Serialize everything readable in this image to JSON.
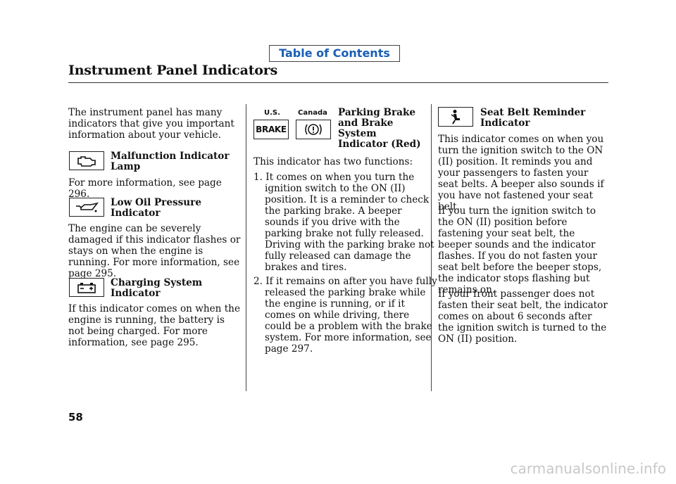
{
  "toc_link": "Table of Contents",
  "page_title": "Instrument Panel Indicators",
  "page_number": "58",
  "watermark": "carmanualsonline.info",
  "col1": {
    "intro": "The instrument panel has many indicators that give you important information about your vehicle.",
    "mil_heading": "Malfunction Indicator Lamp",
    "mil_icon": "engine-icon",
    "mil_text": "For more information, see page 296.",
    "oil_heading": "Low Oil Pressure Indicator",
    "oil_icon": "oil-can-icon",
    "oil_text": "The engine can be severely damaged if this indicator flashes or stays on when the engine is running. For more information, see page 295.",
    "charge_heading": "Charging System Indicator",
    "charge_icon": "battery-icon",
    "charge_text": "If this indicator comes on when the engine is running, the battery is not being charged. For more information, see page 295."
  },
  "col2": {
    "label_us": "U.S.",
    "label_canada": "Canada",
    "brake_badge": "BRAKE",
    "canada_icon": "circle-exclamation-icon",
    "heading": "Parking Brake and Brake System Indicator (Red)",
    "intro": "This indicator has two functions:",
    "item1": "1. It comes on when you turn the ignition switch to the ON (II) position. It is a reminder to check the parking brake. A beeper sounds if you drive with the parking brake not fully released. Driving with the parking brake not fully released can damage the brakes and tires.",
    "item2": "2. If it remains on after you have fully released the parking brake while the engine is running, or if it comes on while driving, there could be a problem with the brake system. For more information, see page 297."
  },
  "col3": {
    "heading": "Seat Belt Reminder Indicator",
    "icon": "seat-belt-icon",
    "p1": "This indicator comes on when you turn the ignition switch to the ON (II) position. It reminds you and your passengers to fasten your seat belts. A beeper also sounds if you have not fastened your seat belt.",
    "p2": "If you turn the ignition switch to the ON (II) position before fastening your seat belt, the beeper sounds and the indicator flashes. If you do not fasten your seat belt before the beeper stops, the indicator stops flashing but remains on.",
    "p3": "If your front passenger does not fasten their seat belt, the indicator comes on about 6 seconds after the ignition switch is turned to the ON (II) position."
  }
}
